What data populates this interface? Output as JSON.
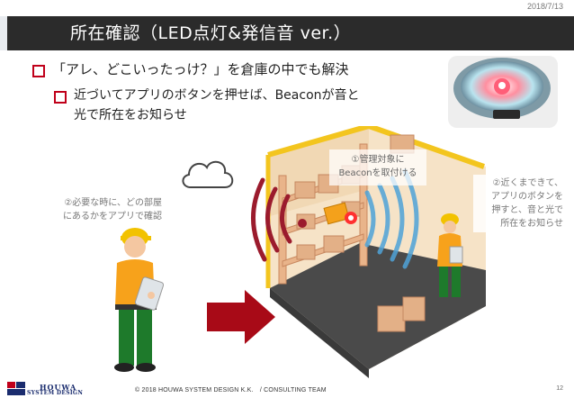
{
  "header": {
    "date": "2018/7/13"
  },
  "title": "所在確認（LED点灯&発信音 ver.）",
  "bullets": {
    "level1": "「アレ、どこいったっけ？」を倉庫の中でも解決",
    "level2_line1": "近づいてアプリのボタンを押せば、Beaconが音と",
    "level2_line2": "光で所在をお知らせ"
  },
  "captions": {
    "left_line1": "②必要な時に、どの部屋",
    "left_line2": "にあるかをアプリで確認",
    "center_line1": "①管理対象に",
    "center_line2": "Beaconを取付ける",
    "right_line1": "②近くまできて、",
    "right_line2": "アプリのボタンを",
    "right_line3": "押すと、音と光で",
    "right_line4": "所在をお知らせ"
  },
  "footer": {
    "copyright": "© 2018 HOUWA SYSTEM DESIGN K.K.　/ CONSULTING TEAM",
    "page": "12",
    "logo_line1": "HOUWA",
    "logo_line2": "SYSTEM DESIGN"
  },
  "colors": {
    "title_bg": "#2b2b2b",
    "bullet_red": "#c0001a",
    "arrow_red": "#a80a17",
    "floor": "#4a4a4a",
    "wall": "#f6e3c7",
    "rail_yellow": "#f3c51e"
  },
  "icons": [
    "cloud-icon",
    "arrow-right-icon",
    "beacon-device-icon",
    "signal-wave-icon"
  ]
}
